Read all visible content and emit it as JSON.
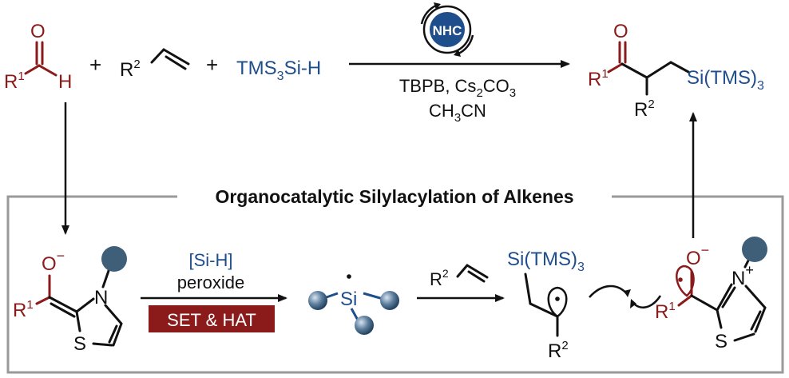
{
  "top": {
    "aldehyde_O": "O",
    "aldehyde_H": "H",
    "r1": "R",
    "r1_sup": "1",
    "plus": "+",
    "r2": "R",
    "r2_sup": "2",
    "silane_pre": "TMS",
    "silane_sub": "3",
    "silane_post": "Si-H",
    "catalyst": "NHC",
    "cond1_a": "TBPB, Cs",
    "cond1_sub1": "2",
    "cond1_b": "CO",
    "cond1_sub2": "3",
    "cond2_a": "CH",
    "cond2_sub": "3",
    "cond2_b": "CN",
    "product_O": "O",
    "product_si": "Si(TMS)",
    "product_si_sub": "3"
  },
  "box": {
    "title": "Organocatalytic Silylacylation of Alkenes"
  },
  "mechanism": {
    "enolate_O": "O",
    "minus": "−",
    "N": "N",
    "S": "S",
    "reagent": "[Si-H]",
    "oxidant": "peroxide",
    "set_hat": "SET & HAT",
    "si_radical": "Si",
    "alkene_r": "R",
    "alkene_sup": "2",
    "radical_si": "Si(TMS)",
    "radical_si_sub": "3",
    "plus_charge": "+",
    "colors": {
      "red": "#8b1a1a",
      "blue": "#1f4e8c",
      "slate": "#3f5f78",
      "box": "#9a9a9a"
    }
  }
}
